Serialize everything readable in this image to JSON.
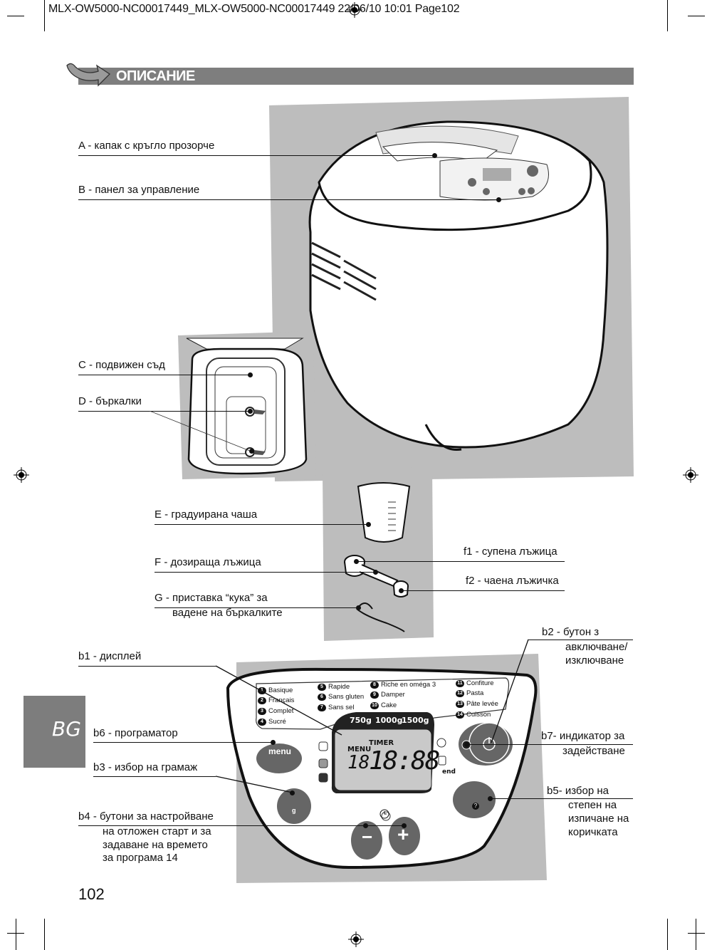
{
  "print_slug": "MLX-OW5000-NC00017449_MLX-OW5000-NC00017449 22/06/10  10:01  Page102",
  "section": {
    "title": "ОПИСАНИЕ",
    "language_tab": "BG",
    "page_number": "102"
  },
  "callouts": {
    "A": "A - капак с кръгло прозорче",
    "B": "B - панел за управление",
    "C": "C - подвижен съд",
    "D": "D - бъркалки",
    "E": "E - градуирана чаша",
    "F": "F - дозираща лъжица",
    "G": [
      "G - приставка “кука” за",
      "вадене на бъркалките"
    ],
    "f1": "f1 - супена лъжица",
    "f2": "f2 - чаена лъжичка",
    "b1": "b1 - дисплей",
    "b2": [
      "b2 - бутон з",
      "авключване/",
      "изключване"
    ],
    "b3": "b3 - избор на грамаж",
    "b4": [
      "b4 - бутони за настройване",
      "на отложен старт и за",
      "задаване на времето",
      "за програма 14"
    ],
    "b5": [
      "b5- избор на",
      "степен на",
      "изпичане на",
      "коричката"
    ],
    "b6": "b6 - програматор",
    "b7": [
      "b7- индикатор за",
      "задействане"
    ]
  },
  "control_panel": {
    "programs": [
      {
        "num": "1",
        "name": "Basique"
      },
      {
        "num": "2",
        "name": "Français"
      },
      {
        "num": "3",
        "name": "Complet"
      },
      {
        "num": "4",
        "name": "Sucré"
      },
      {
        "num": "5",
        "name": "Rapide"
      },
      {
        "num": "6",
        "name": "Sans gluten"
      },
      {
        "num": "7",
        "name": "Sans sel"
      },
      {
        "num": "8",
        "name": "Riche en oméga 3"
      },
      {
        "num": "9",
        "name": "Damper"
      },
      {
        "num": "10",
        "name": "Cake"
      },
      {
        "num": "11",
        "name": "Confiture"
      },
      {
        "num": "12",
        "name": "Pasta"
      },
      {
        "num": "13",
        "name": "Pâte levée"
      },
      {
        "num": "14",
        "name": "Cuisson"
      }
    ],
    "weights": [
      "750g",
      "1000g",
      "1500g"
    ],
    "display": {
      "menu_label": "MENU",
      "timer_label": "TIMER",
      "program_digits": "18",
      "time_digits": "18:88",
      "end_label": "end"
    },
    "buttons": {
      "menu": "menu",
      "weight": "g",
      "minus": "−",
      "plus": "+",
      "crust_help": "?"
    }
  }
}
